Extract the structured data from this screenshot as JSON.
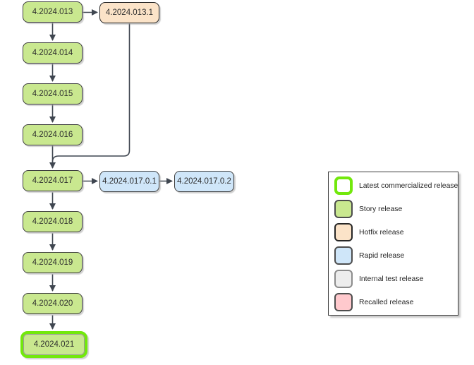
{
  "diagram": {
    "nodes": [
      {
        "label": "4.2024.013",
        "type": "story"
      },
      {
        "label": "4.2024.013.1",
        "type": "hotfix"
      },
      {
        "label": "4.2024.014",
        "type": "story"
      },
      {
        "label": "4.2024.015",
        "type": "story"
      },
      {
        "label": "4.2024.016",
        "type": "story"
      },
      {
        "label": "4.2024.017",
        "type": "story"
      },
      {
        "label": "4.2024.017.0.1",
        "type": "rapid"
      },
      {
        "label": "4.2024.017.0.2",
        "type": "rapid"
      },
      {
        "label": "4.2024.018",
        "type": "story"
      },
      {
        "label": "4.2024.019",
        "type": "story"
      },
      {
        "label": "4.2024.020",
        "type": "story"
      },
      {
        "label": "4.2024.021",
        "type": "story",
        "latest": true
      }
    ],
    "edges": [
      {
        "from": "4.2024.013",
        "to": "4.2024.013.1"
      },
      {
        "from": "4.2024.013",
        "to": "4.2024.014"
      },
      {
        "from": "4.2024.014",
        "to": "4.2024.015"
      },
      {
        "from": "4.2024.015",
        "to": "4.2024.016"
      },
      {
        "from": "4.2024.016",
        "to": "4.2024.017"
      },
      {
        "from": "4.2024.013.1",
        "to": "4.2024.017"
      },
      {
        "from": "4.2024.017",
        "to": "4.2024.017.0.1"
      },
      {
        "from": "4.2024.017.0.1",
        "to": "4.2024.017.0.2"
      },
      {
        "from": "4.2024.017",
        "to": "4.2024.018"
      },
      {
        "from": "4.2024.018",
        "to": "4.2024.019"
      },
      {
        "from": "4.2024.019",
        "to": "4.2024.020"
      },
      {
        "from": "4.2024.020",
        "to": "4.2024.021"
      }
    ]
  },
  "legend": {
    "items": [
      {
        "label": "Latest commercialized release",
        "type": "latest",
        "fill": "#ffffff",
        "border": "#72e80c"
      },
      {
        "label": "Story release",
        "type": "story",
        "fill": "#c9e88f",
        "border": "#4d4d4d"
      },
      {
        "label": "Hotfix release",
        "type": "hotfix",
        "fill": "#fbe3c8",
        "border": "#262626"
      },
      {
        "label": "Rapid release",
        "type": "rapid",
        "fill": "#cfe6f9",
        "border": "#4d4d4d"
      },
      {
        "label": "Internal test release",
        "type": "internal",
        "fill": "#ededed",
        "border": "#8c8c8c"
      },
      {
        "label": "Recalled release",
        "type": "recalled",
        "fill": "#ffc9cd",
        "border": "#4d4d4d"
      }
    ]
  },
  "colors": {
    "story_fill": "#c9e88f",
    "hotfix_fill": "#fbe3c8",
    "rapid_fill": "#cfe6f9",
    "internal_fill": "#ededed",
    "recalled_fill": "#ffc9cd",
    "latest_border": "#72e80c",
    "node_border": "#3f3f3f",
    "hotfix_border": "#262626",
    "arrow": "#3f4650",
    "background": "#ffffff"
  }
}
